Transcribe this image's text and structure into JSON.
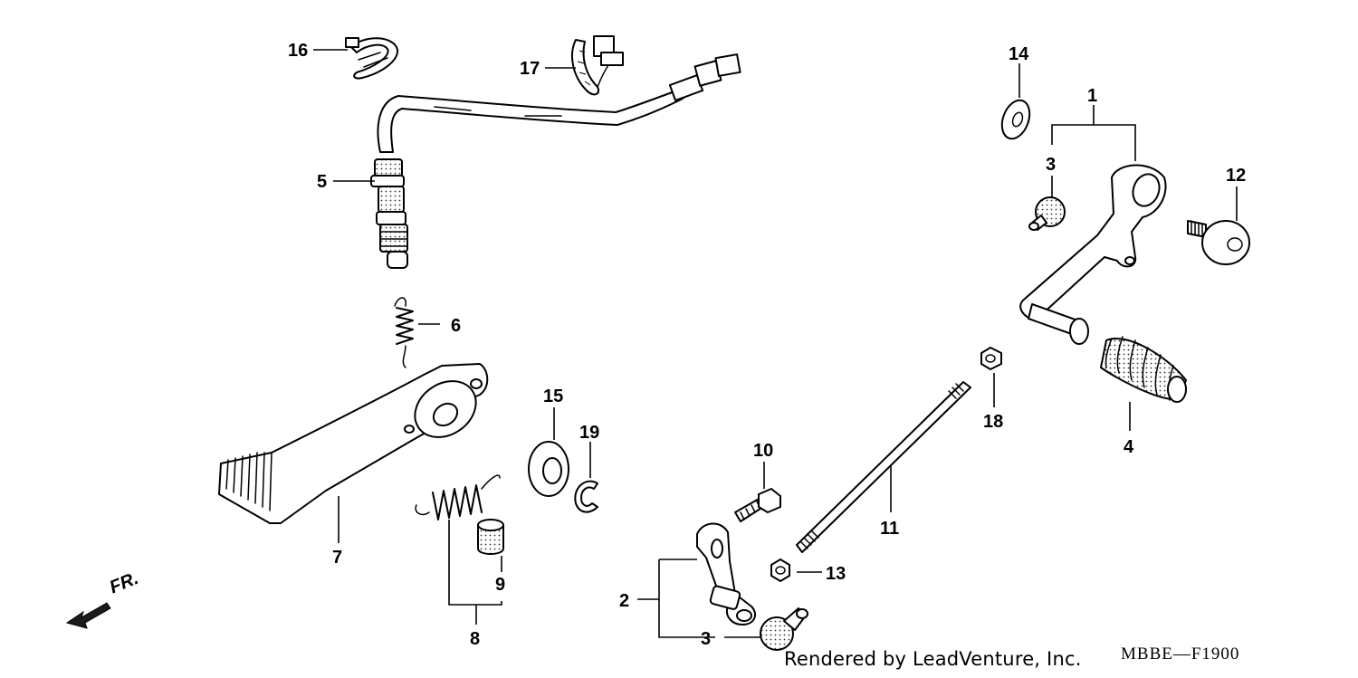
{
  "diagram": {
    "callouts": [
      {
        "id": "1",
        "label": "1"
      },
      {
        "id": "2",
        "label": "2"
      },
      {
        "id": "3a",
        "label": "3"
      },
      {
        "id": "3b",
        "label": "3"
      },
      {
        "id": "4",
        "label": "4"
      },
      {
        "id": "5",
        "label": "5"
      },
      {
        "id": "6",
        "label": "6"
      },
      {
        "id": "7",
        "label": "7"
      },
      {
        "id": "8",
        "label": "8"
      },
      {
        "id": "9",
        "label": "9"
      },
      {
        "id": "10",
        "label": "10"
      },
      {
        "id": "11",
        "label": "11"
      },
      {
        "id": "12",
        "label": "12"
      },
      {
        "id": "13",
        "label": "13"
      },
      {
        "id": "14",
        "label": "14"
      },
      {
        "id": "15",
        "label": "15"
      },
      {
        "id": "16",
        "label": "16"
      },
      {
        "id": "17",
        "label": "17"
      },
      {
        "id": "18",
        "label": "18"
      },
      {
        "id": "19",
        "label": "19"
      }
    ],
    "direction_label": "FR.",
    "credit": "Rendered by LeadVenture, Inc.",
    "diagram_code": "MBBE—F1900"
  }
}
